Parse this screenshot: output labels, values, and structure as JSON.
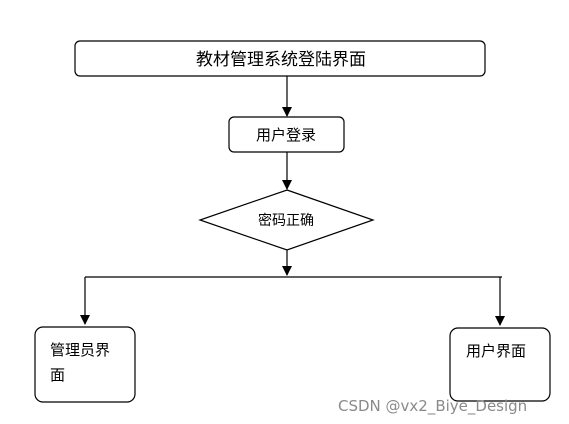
{
  "diagram": {
    "title_box": "教材管理系统登陆界面",
    "user_login": "用户登录",
    "decision": "密码正确",
    "admin_line1": "管理员界",
    "admin_line2": "面",
    "user_ui": "用户界面"
  },
  "watermark": "CSDN @vx2_Biye_Design"
}
